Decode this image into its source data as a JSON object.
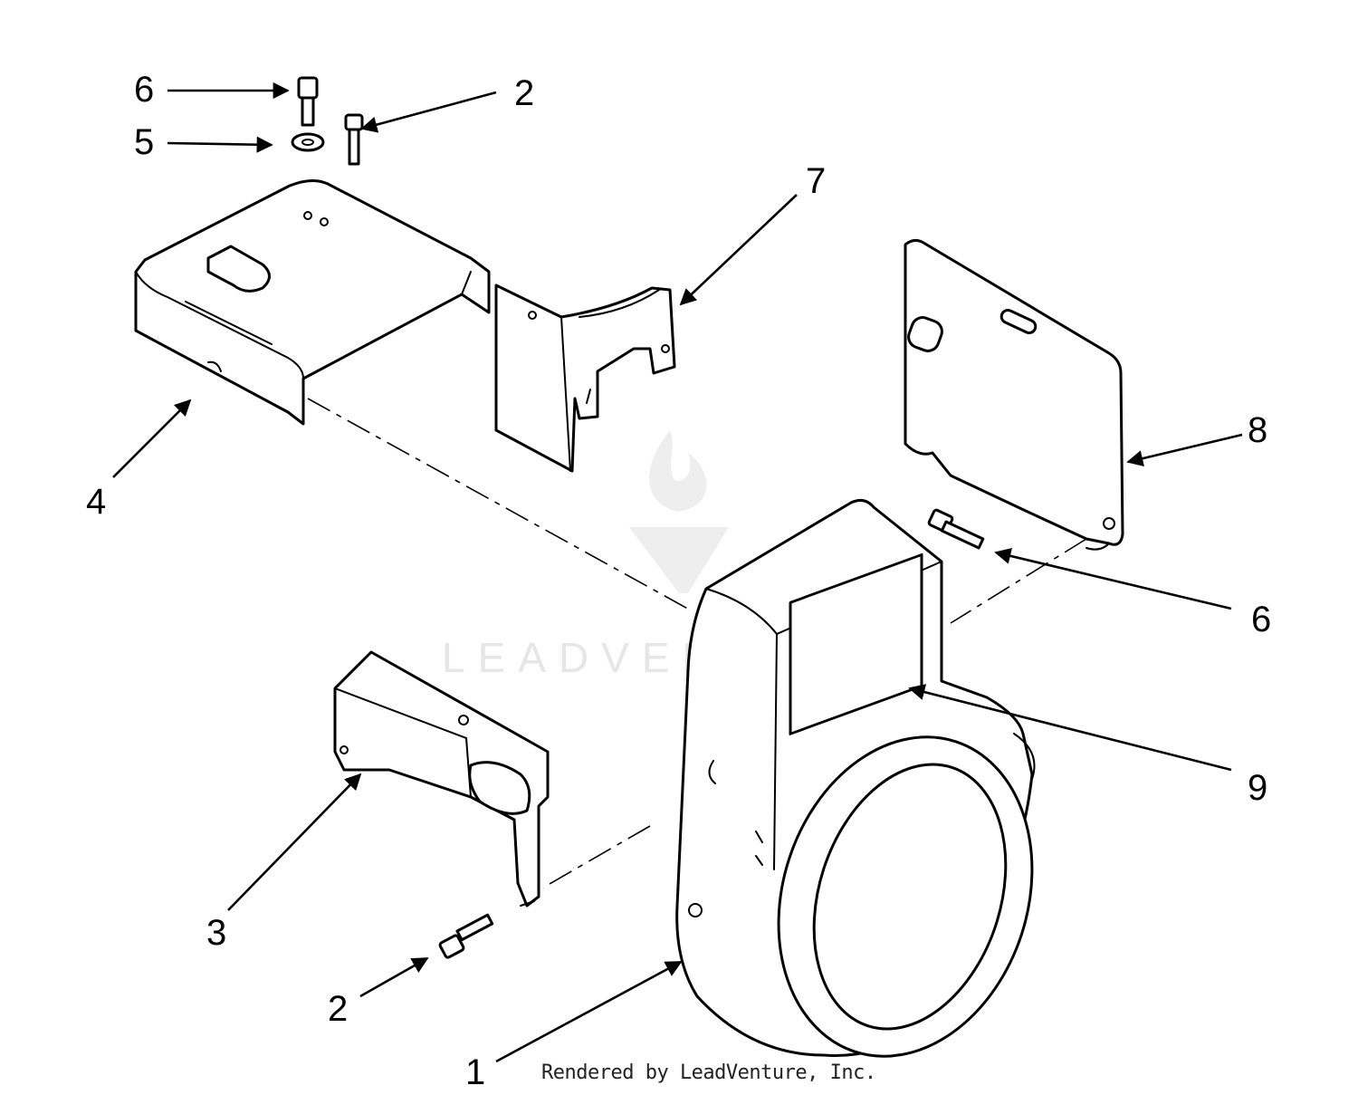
{
  "watermark": {
    "text": "LEADVENTURE"
  },
  "credit": "Rendered by LeadVenture, Inc.",
  "callouts": [
    {
      "id": "c6-top",
      "label": "6"
    },
    {
      "id": "c5",
      "label": "5"
    },
    {
      "id": "c2-top",
      "label": "2"
    },
    {
      "id": "c7",
      "label": "7"
    },
    {
      "id": "c8",
      "label": "8"
    },
    {
      "id": "c4",
      "label": "4"
    },
    {
      "id": "c6-right",
      "label": "6"
    },
    {
      "id": "c9",
      "label": "9"
    },
    {
      "id": "c3",
      "label": "3"
    },
    {
      "id": "c2-bottom",
      "label": "2"
    },
    {
      "id": "c1",
      "label": "1"
    }
  ]
}
